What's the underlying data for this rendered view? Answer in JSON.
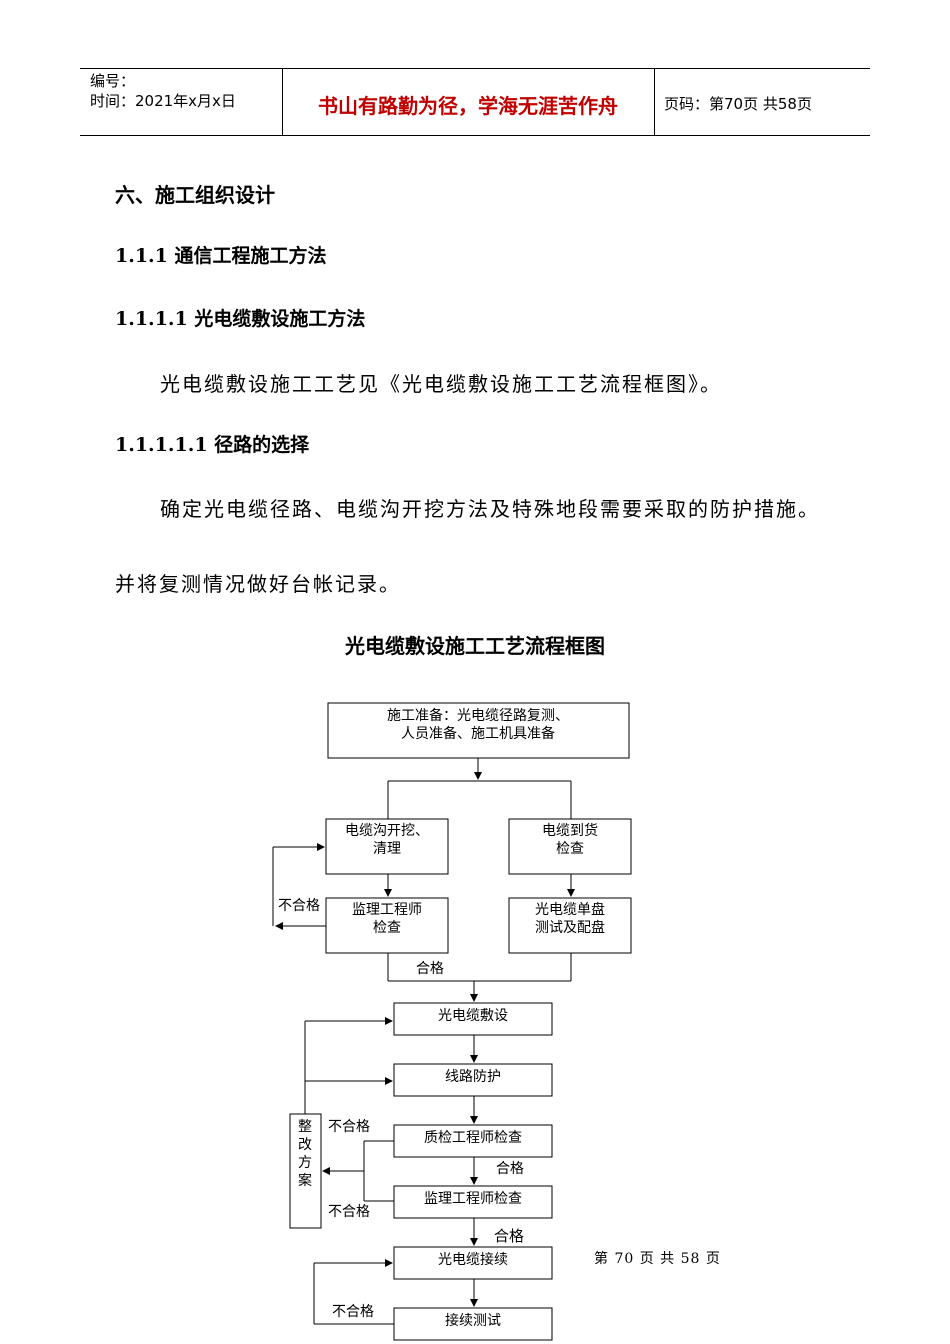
{
  "header": {
    "serial_label": "编号：",
    "date_label": "时间：2021年x月x日",
    "motto": "书山有路勤为径，学海无涯苦作舟",
    "page_info": "页码：第70页  共58页"
  },
  "headings": {
    "section": "六、施工组织设计",
    "sub1": "1.1.1  通信工程施工方法",
    "sub2": "1.1.1.1   光电缆敷设施工方法",
    "sub3": "1.1.1.1.1 径路的选择"
  },
  "paragraphs": {
    "p1": "光电缆敷设施工工艺见《光电缆敷设施工工艺流程框图》。",
    "p2": "确定光电缆径路、电缆沟开挖方法及特殊地段需要采取的防护措施。",
    "p3": "并将复测情况做好台帐记录。"
  },
  "flowchart": {
    "title": "光电缆敷设施工工艺流程框图",
    "prep_line1": "施工准备：光电缆径路复测、",
    "prep_line2": "人员准备、施工机具准备",
    "trench_line1": "电缆沟开挖、",
    "trench_line2": "清理",
    "arrival_line1": "电缆到货",
    "arrival_line2": "检查",
    "supervisor1_line1": "监理工程师",
    "supervisor1_line2": "检查",
    "test_line1": "光电缆单盘",
    "test_line2": "测试及配盘",
    "fail_1": "不合格",
    "pass_1": "合格",
    "laying": "光电缆敷设",
    "protection": "线路防护",
    "rectify_1": "整",
    "rectify_2": "改",
    "rectify_3": "方",
    "rectify_4": "案",
    "fail_2": "不合格",
    "qc_check": "质检工程师检查",
    "pass_2": "合格",
    "fail_3": "不合格",
    "supervisor2": "监理工程师检查",
    "pass_3": "合格",
    "splice": "光电缆接续",
    "fail_4": "不合格",
    "splice_test": "接续测试"
  },
  "footer": {
    "page_text": "第 70 页 共 58 页"
  }
}
